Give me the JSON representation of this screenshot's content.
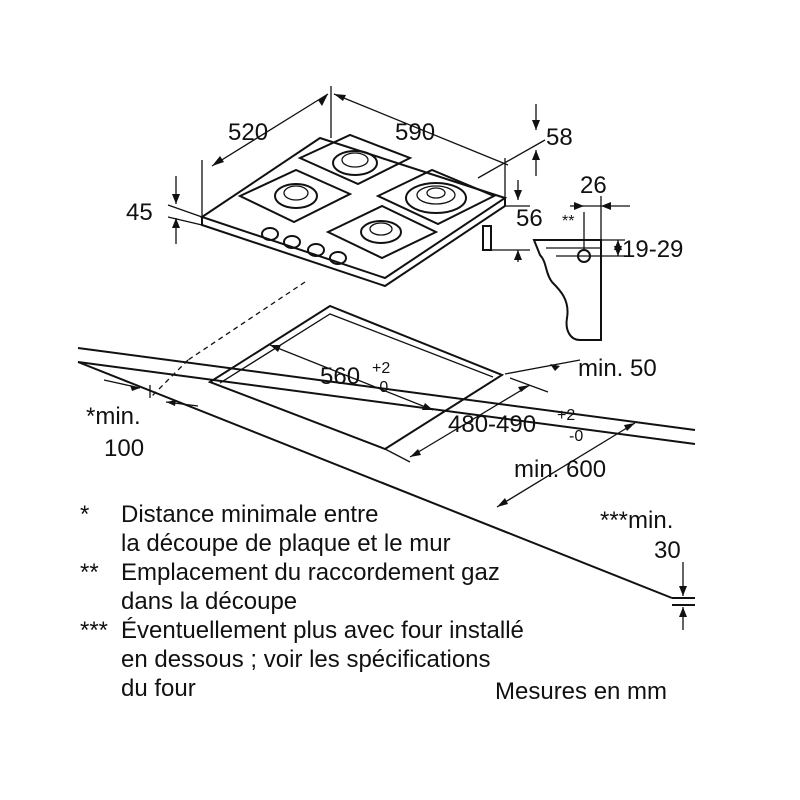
{
  "dimensions": {
    "hob_depth": "520",
    "hob_width": "590",
    "hob_height_back": "58",
    "hob_thickness": "45",
    "hob_front_height": "56",
    "gas_offset_top": "26",
    "gas_conn_marker": "**",
    "gas_offset_range": "19-29",
    "cutout_width": "560",
    "cutout_width_tol_plus": "+2",
    "cutout_width_tol_minus": "-0",
    "cutout_depth": "480-490",
    "cutout_depth_tol_plus": "+2",
    "cutout_depth_tol_minus": "-0",
    "front_edge_min": "min. 50",
    "wall_min_line1": "*min.",
    "wall_min_line2": "100",
    "worktop_min_depth": "min. 600",
    "underside_min_line1": "***min.",
    "underside_min_line2": "30"
  },
  "notes": [
    {
      "mark": "*",
      "lines": [
        "Distance minimale entre",
        "la découpe de plaque et le mur"
      ]
    },
    {
      "mark": "**",
      "lines": [
        "Emplacement du raccordement gaz",
        "dans la découpe"
      ]
    },
    {
      "mark": "***",
      "lines": [
        "Éventuellement plus avec four installé",
        "en dessous ; voir les spécifications",
        "du four"
      ]
    }
  ],
  "units_note": "Mesures en mm"
}
